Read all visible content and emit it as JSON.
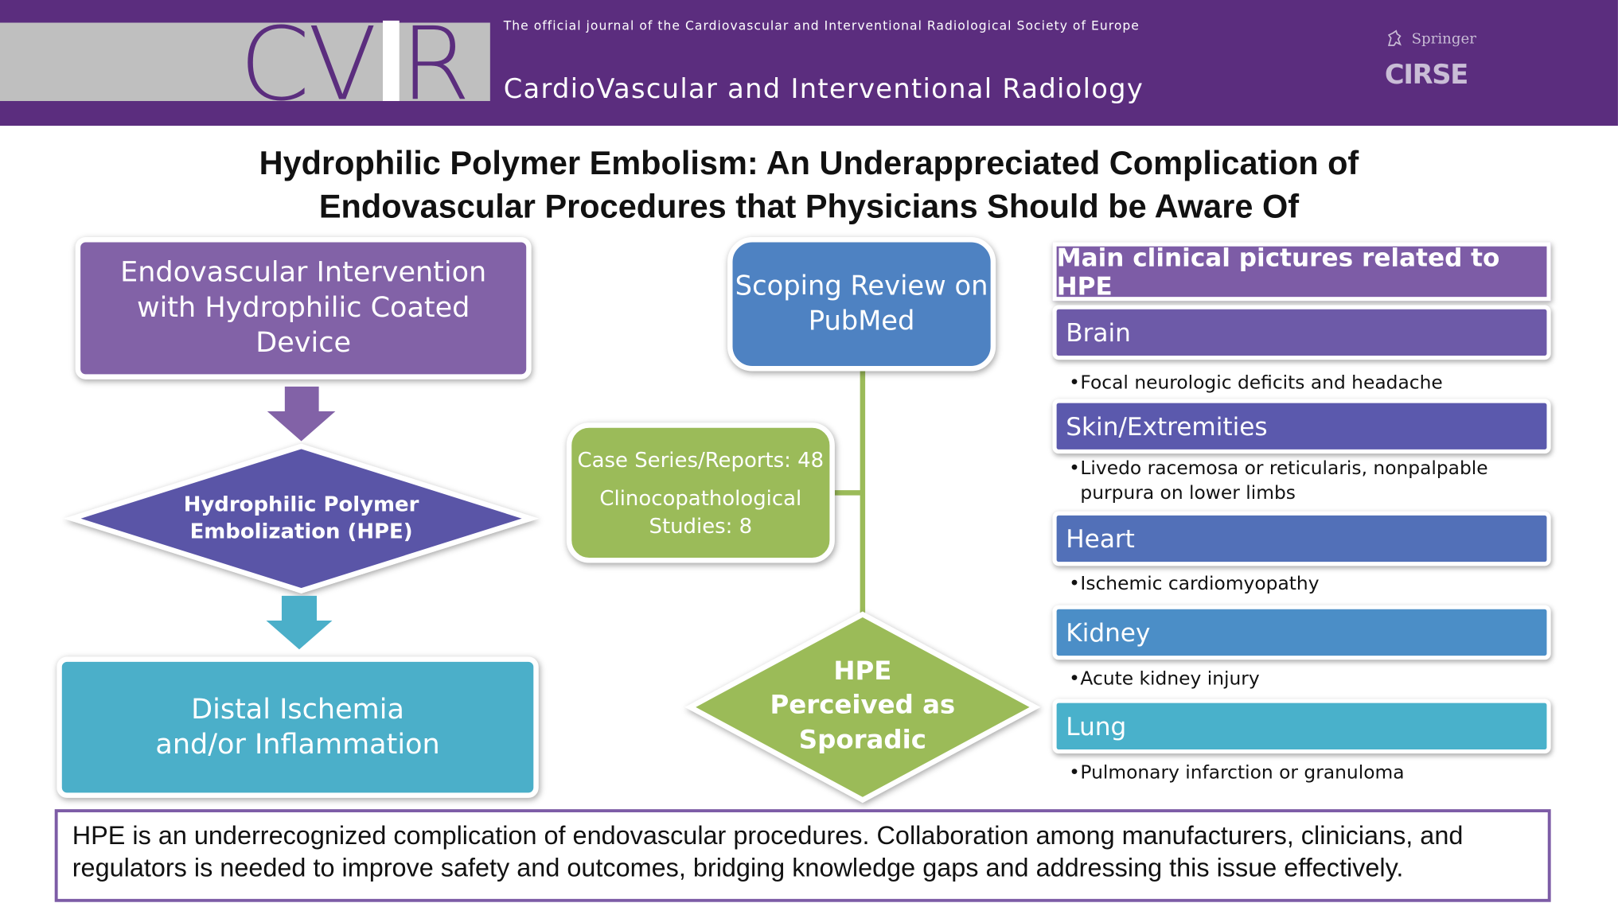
{
  "header": {
    "logo_left": "CV",
    "logo_right": "R",
    "tagline": "The official journal of the  Cardiovascular and Interventional Radiological Society of Europe",
    "journal_name": "CardioVascular and Interventional Radiology",
    "publisher": "Springer",
    "society_logo": "CIRSE",
    "banner_color": "#5b2d7e"
  },
  "title": {
    "line1": "Hydrophilic Polymer Embolism: An Underappreciated Complication of",
    "line2": "Endovascular Procedures that Physicians Should be Aware Of"
  },
  "left_flow": {
    "intervention": "Endovascular Intervention with Hydrophilic Coated Device",
    "hpe_line1": "Hydrophilic Polymer",
    "hpe_line2": "Embolization (HPE)",
    "outcome": "Distal Ischemia and/or Inflammation",
    "colors": {
      "intervention": "#8262a7",
      "hpe": "#5a55a7",
      "outcome": "#4bafc9"
    }
  },
  "center_flow": {
    "review": "Scoping Review on PubMed",
    "case_series": "Case Series/Reports: 48",
    "clinico": "Clinocopathological Studies: 8",
    "sporadic_line1": "HPE",
    "sporadic_line2": "Perceived as",
    "sporadic_line3": "Sporadic",
    "colors": {
      "review": "#4e82c2",
      "green": "#9bbb59"
    }
  },
  "clinical": {
    "header": "Main clinical pictures related to HPE",
    "items": [
      {
        "organ": "Brain",
        "color": "#6d5aa8",
        "bullet_lines": [
          "Focal neurologic deficits and headache"
        ]
      },
      {
        "organ": "Skin/Extremities",
        "color": "#5b59ad",
        "bullet_lines": [
          "Livedo racemosa or reticularis, nonpalpable",
          "purpura on lower limbs"
        ]
      },
      {
        "organ": "Heart",
        "color": "#5270b8",
        "bullet_lines": [
          "Ischemic cardiomyopathy"
        ]
      },
      {
        "organ": "Kidney",
        "color": "#4b8ec7",
        "bullet_lines": [
          "Acute kidney injury"
        ]
      },
      {
        "organ": "Lung",
        "color": "#49b1cb",
        "bullet_lines": [
          "Pulmonary infarction or granuloma"
        ]
      }
    ]
  },
  "conclusion": {
    "line1": "HPE is an underrecognized complication of endovascular procedures. Collaboration among manufacturers, clinicians, and",
    "line2": "regulators is needed to improve safety and outcomes, bridging knowledge gaps and addressing this issue effectively."
  }
}
